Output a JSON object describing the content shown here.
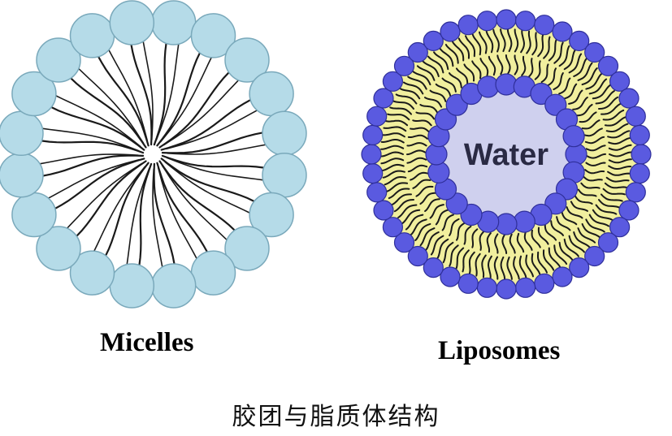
{
  "labels": {
    "micelles": "Micelles",
    "liposomes": "Liposomes",
    "water": "Water",
    "caption": "胶团与脂质体结构"
  },
  "colors": {
    "micelle_head": "#b5dbe8",
    "micelle_head_stroke": "#7aa9bb",
    "tail": "#1a1a1a",
    "liposome_head": "#5a5ae0",
    "liposome_head_stroke": "#2f2f9a",
    "bilayer": "#f1ef9e",
    "water_core": "#cfd0ee"
  },
  "structure": {
    "micelle_head_count": 20,
    "liposome_outer_head_count": 44,
    "liposome_inner_head_count": 24
  }
}
